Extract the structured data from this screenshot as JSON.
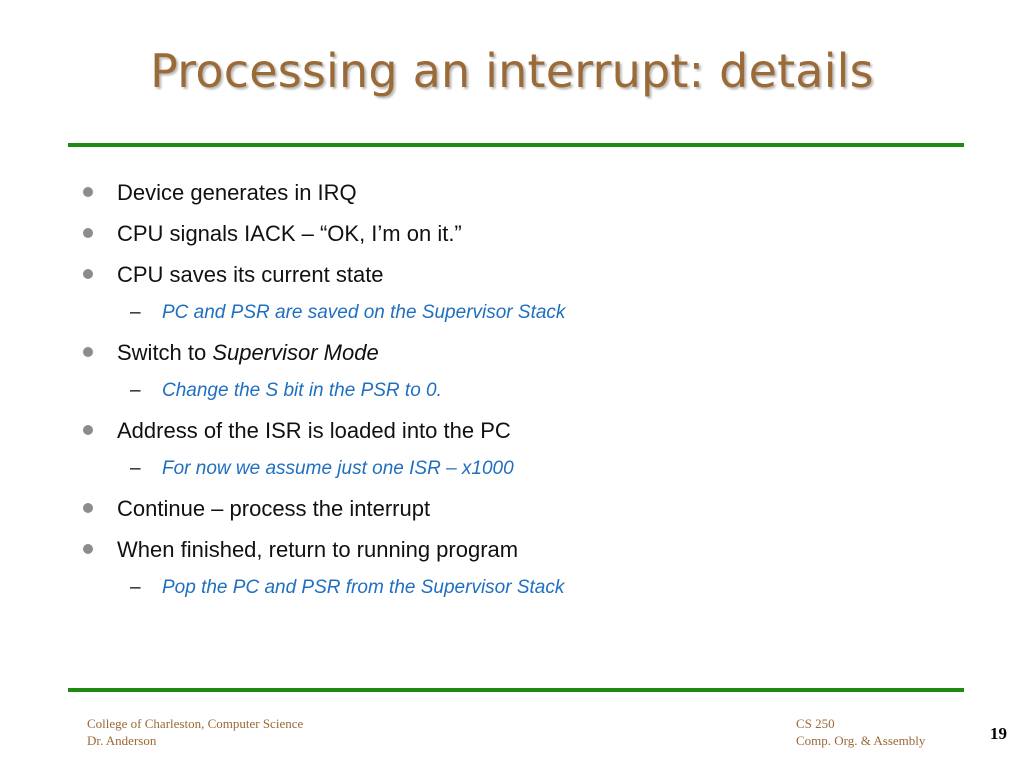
{
  "slide": {
    "title": "Processing an interrupt: details",
    "bullets": [
      {
        "text": "Device generates in IRQ"
      },
      {
        "text": "CPU signals IACK – “OK, I’m on it.”"
      },
      {
        "text": "CPU saves its current state",
        "sub": "PC and PSR are saved on the Supervisor Stack"
      },
      {
        "text_prefix": "Switch to ",
        "text_emph": "Supervisor Mode",
        "sub": "Change the S bit in the PSR to 0."
      },
      {
        "text": "Address of the ISR is loaded into the PC",
        "sub": "For now we assume just one ISR – x1000"
      },
      {
        "text": "Continue – process the interrupt"
      },
      {
        "text": "When finished, return to running program",
        "sub": "Pop the PC and PSR from the Supervisor Stack"
      }
    ],
    "sub_marker": "–"
  },
  "footer": {
    "left_line1": "College of Charleston, Computer Science",
    "left_line2": "Dr. Anderson",
    "right_line1": "CS 250",
    "right_line2": "Comp. Org. & Assembly",
    "page_number": "19"
  },
  "colors": {
    "title": "#9a6a37",
    "rule": "#1e8a12",
    "sub_bullet_text": "#1f6fc1",
    "bullet_dot": "#8c8c8c",
    "footer_text": "#9a6a37"
  }
}
